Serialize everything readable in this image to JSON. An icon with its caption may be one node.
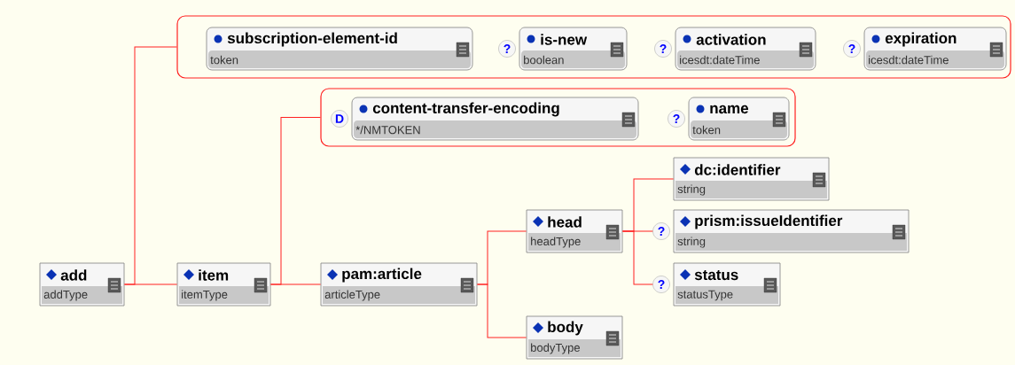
{
  "diagram": {
    "nodes": [
      {
        "text": [],
        "shape": "box"
      },
      {
        "text": [
          "subscription-element-id",
          "token"
        ],
        "in": 0
      },
      {
        "text": [
          "is-new",
          "boolean"
        ],
        "in": 0,
        "beside": [
          "?"
        ]
      },
      {
        "text": [
          "activation",
          "icesdt:dateTime"
        ],
        "in": 0,
        "beside": [
          "?"
        ]
      },
      {
        "text": [
          "expiration",
          "icesdt:dateTime"
        ],
        "in": 0,
        "beside": [
          "?"
        ]
      },
      {
        "text": [],
        "shape": "box"
      },
      {
        "text": [
          "content-transfer-encoding",
          "*/NMTOKEN"
        ],
        "in": 5,
        "beside": [
          "D"
        ]
      },
      {
        "text": [
          "name",
          "token"
        ],
        "in": 5,
        "beside": [
          "?"
        ]
      },
      {
        "text": [
          "add",
          "addType"
        ]
      },
      {
        "text": [
          "item",
          "itemType"
        ]
      },
      {
        "text": [
          "pam:article",
          "articleType"
        ]
      },
      {
        "text": [
          "head",
          "headType"
        ]
      },
      {
        "text": [
          "body",
          "bodyType"
        ]
      },
      {
        "text": [
          "dc:identifier",
          "string"
        ]
      },
      {
        "text": [
          "prism:issueIdentifier",
          "string"
        ],
        "beside": [
          "?"
        ]
      },
      {
        "text": [
          "status",
          "statusType"
        ],
        "beside": [
          "?"
        ]
      }
    ],
    "edges": [
      {
        "from": 8,
        "to": 0,
        "arrow": "none"
      },
      {
        "from": 8,
        "to": 9,
        "arrow": "none"
      },
      {
        "from": 9,
        "to": 5,
        "arrow": "none"
      },
      {
        "from": 9,
        "to": 10,
        "arrow": "none"
      },
      {
        "from": 10,
        "to": 11,
        "arrow": "none"
      },
      {
        "from": 10,
        "to": 12,
        "arrow": "none"
      },
      {
        "from": 11,
        "to": 13,
        "arrow": "none"
      },
      {
        "from": 11,
        "to": 14,
        "arrow": "none"
      },
      {
        "from": 11,
        "to": 15,
        "arrow": "none"
      }
    ]
  }
}
